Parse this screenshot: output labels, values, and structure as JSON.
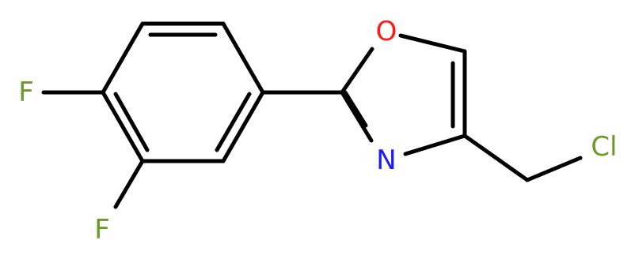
{
  "molecule": {
    "atoms": [
      {
        "id": "F1",
        "label": "F",
        "color": "#6b9a2b"
      },
      {
        "id": "F2",
        "label": "F",
        "color": "#6b9a2b"
      },
      {
        "id": "O1",
        "label": "O",
        "color": "#ff1a1a"
      },
      {
        "id": "N1",
        "label": "N",
        "color": "#1a1aff"
      },
      {
        "id": "Cl1",
        "label": "Cl",
        "color": "#6b9a2b"
      }
    ],
    "bond_color": "#000000"
  }
}
